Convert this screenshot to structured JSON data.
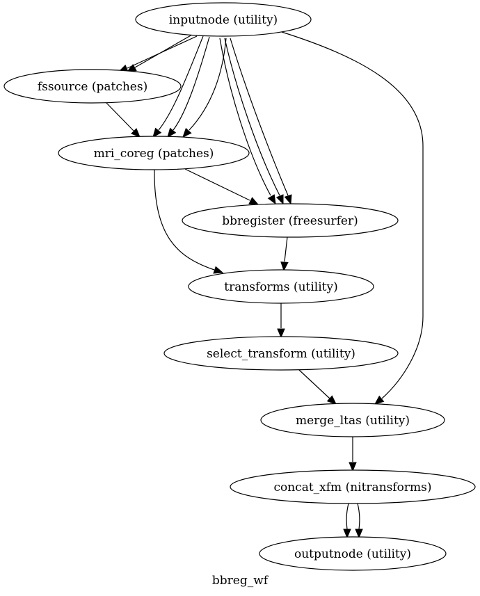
{
  "graph": {
    "label": "bbreg_wf",
    "nodes": [
      {
        "id": "inputnode",
        "label": "inputnode (utility)"
      },
      {
        "id": "fssource",
        "label": "fssource (patches)"
      },
      {
        "id": "mri_coreg",
        "label": "mri_coreg (patches)"
      },
      {
        "id": "bbregister",
        "label": "bbregister (freesurfer)"
      },
      {
        "id": "transforms",
        "label": "transforms (utility)"
      },
      {
        "id": "select_transform",
        "label": "select_transform (utility)"
      },
      {
        "id": "merge_ltas",
        "label": "merge_ltas (utility)"
      },
      {
        "id": "concat_xfm",
        "label": "concat_xfm (nitransforms)"
      },
      {
        "id": "outputnode",
        "label": "outputnode (utility)"
      }
    ],
    "edges": [
      {
        "from": "inputnode",
        "to": "fssource"
      },
      {
        "from": "inputnode",
        "to": "fssource"
      },
      {
        "from": "inputnode",
        "to": "mri_coreg"
      },
      {
        "from": "inputnode",
        "to": "mri_coreg"
      },
      {
        "from": "inputnode",
        "to": "mri_coreg"
      },
      {
        "from": "inputnode",
        "to": "bbregister"
      },
      {
        "from": "inputnode",
        "to": "bbregister"
      },
      {
        "from": "inputnode",
        "to": "bbregister"
      },
      {
        "from": "inputnode",
        "to": "merge_ltas"
      },
      {
        "from": "fssource",
        "to": "mri_coreg"
      },
      {
        "from": "mri_coreg",
        "to": "bbregister"
      },
      {
        "from": "mri_coreg",
        "to": "transforms"
      },
      {
        "from": "bbregister",
        "to": "transforms"
      },
      {
        "from": "transforms",
        "to": "select_transform"
      },
      {
        "from": "select_transform",
        "to": "merge_ltas"
      },
      {
        "from": "merge_ltas",
        "to": "concat_xfm"
      },
      {
        "from": "concat_xfm",
        "to": "outputnode"
      },
      {
        "from": "concat_xfm",
        "to": "outputnode"
      }
    ]
  }
}
